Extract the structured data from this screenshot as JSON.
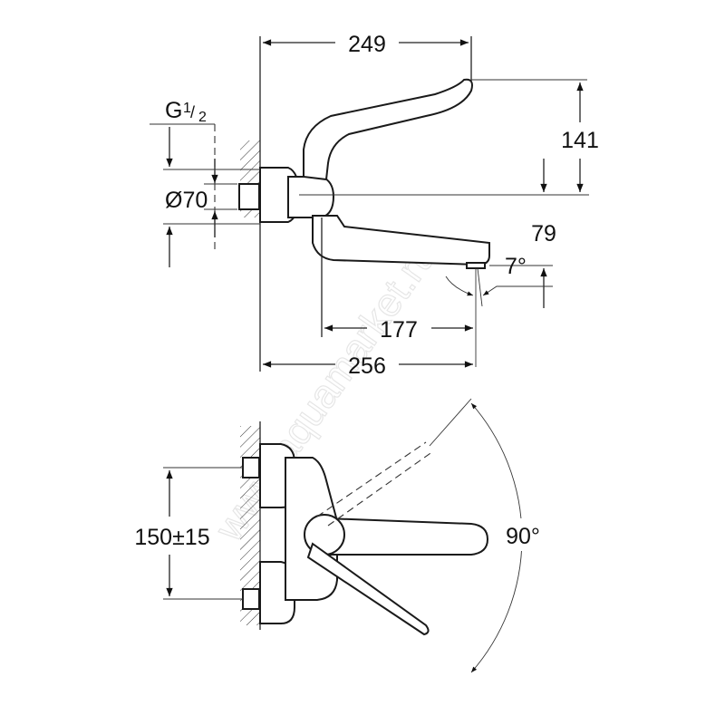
{
  "watermark": "www.aquamarket.ru",
  "dimensions": {
    "overall_height_to_lever": "249",
    "lever_height": "141",
    "spout_height": "79",
    "spout_angle": "7°",
    "spout_projection": "177",
    "overall_projection": "256",
    "thread_g": "G",
    "thread_num": "1",
    "thread_den": "2",
    "rosette_diameter": "Ø70",
    "centres": "150±15",
    "lever_rotation": "90°"
  }
}
